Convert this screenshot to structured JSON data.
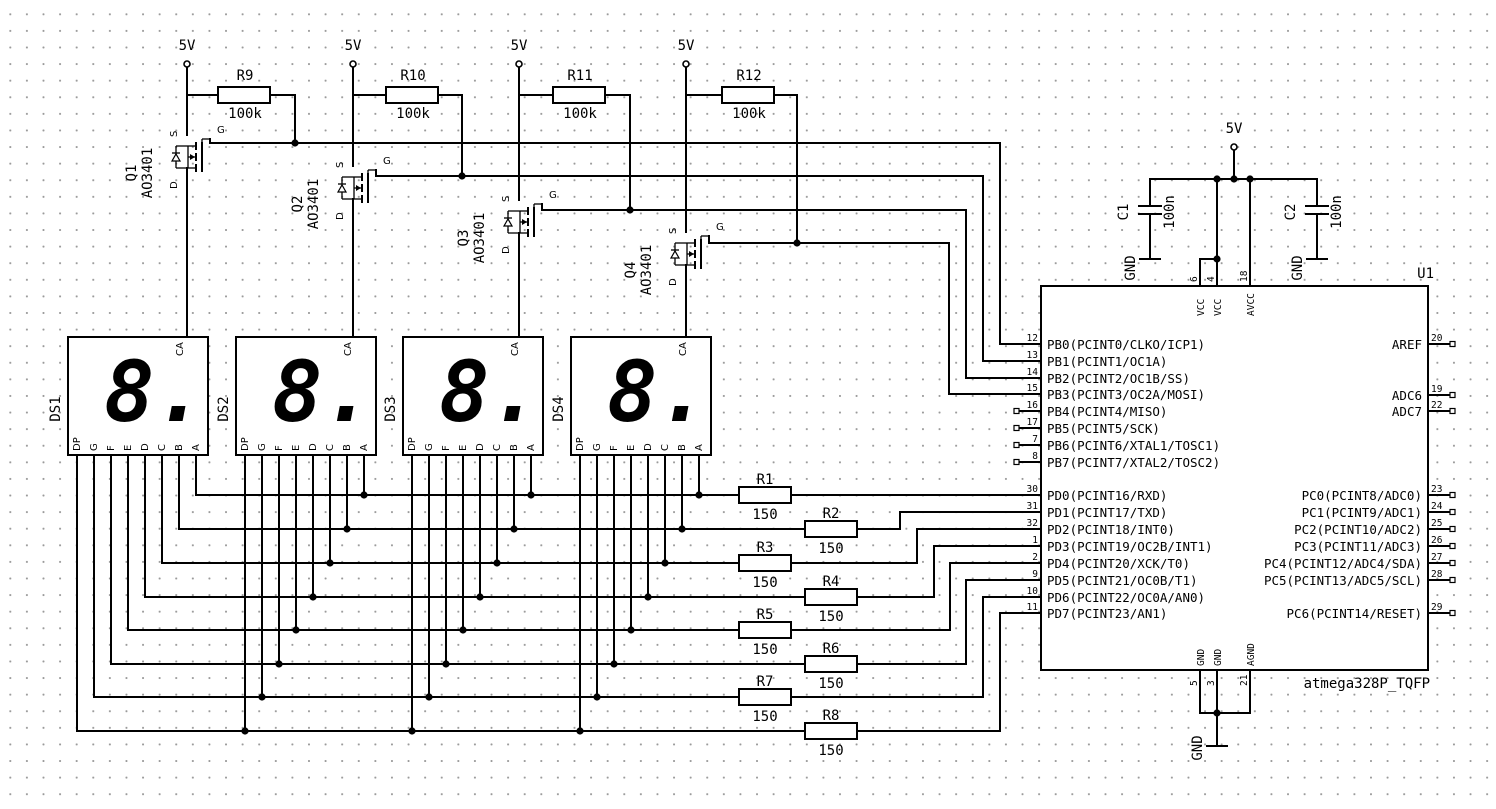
{
  "supply_label": "5V",
  "ground_label": "GND",
  "mosfets": [
    {
      "ref": "Q1",
      "value": "AO3401",
      "s": "S",
      "d": "D",
      "g": "G"
    },
    {
      "ref": "Q2",
      "value": "AO3401",
      "s": "S",
      "d": "D",
      "g": "G"
    },
    {
      "ref": "Q3",
      "value": "AO3401",
      "s": "S",
      "d": "D",
      "g": "G"
    },
    {
      "ref": "Q4",
      "value": "AO3401",
      "s": "S",
      "d": "D",
      "g": "G"
    }
  ],
  "pullups": [
    {
      "ref": "R9",
      "value": "100k"
    },
    {
      "ref": "R10",
      "value": "100k"
    },
    {
      "ref": "R11",
      "value": "100k"
    },
    {
      "ref": "R12",
      "value": "100k"
    }
  ],
  "segment_resistors": [
    {
      "ref": "R1",
      "value": "150"
    },
    {
      "ref": "R2",
      "value": "150"
    },
    {
      "ref": "R3",
      "value": "150"
    },
    {
      "ref": "R4",
      "value": "150"
    },
    {
      "ref": "R5",
      "value": "150"
    },
    {
      "ref": "R6",
      "value": "150"
    },
    {
      "ref": "R7",
      "value": "150"
    },
    {
      "ref": "R8",
      "value": "150"
    }
  ],
  "capacitors": [
    {
      "ref": "C1",
      "value": "100n"
    },
    {
      "ref": "C2",
      "value": "100n"
    }
  ],
  "displays": [
    {
      "ref": "DS1",
      "common": "CA",
      "digit": "8."
    },
    {
      "ref": "DS2",
      "common": "CA",
      "digit": "8."
    },
    {
      "ref": "DS3",
      "common": "CA",
      "digit": "8."
    },
    {
      "ref": "DS4",
      "common": "CA",
      "digit": "8."
    }
  ],
  "segment_pins": [
    "DP",
    "G",
    "F",
    "E",
    "D",
    "C",
    "B",
    "A"
  ],
  "mcu": {
    "ref": "U1",
    "part": "atmega328P_TQFP",
    "top_pins": [
      {
        "num": "6",
        "name": "VCC"
      },
      {
        "num": "4",
        "name": "VCC"
      },
      {
        "num": "18",
        "name": "AVCC"
      }
    ],
    "bottom_pins": [
      {
        "num": "5",
        "name": "GND"
      },
      {
        "num": "3",
        "name": "GND"
      },
      {
        "num": "21",
        "name": "AGND"
      }
    ],
    "left_pins": [
      {
        "num": "12",
        "name": "PB0(PCINT0/CLKO/ICP1)"
      },
      {
        "num": "13",
        "name": "PB1(PCINT1/OC1A)"
      },
      {
        "num": "14",
        "name": "PB2(PCINT2/OC1B/SS)"
      },
      {
        "num": "15",
        "name": "PB3(PCINT3/OC2A/MOSI)"
      },
      {
        "num": "16",
        "name": "PB4(PCINT4/MISO)"
      },
      {
        "num": "17",
        "name": "PB5(PCINT5/SCK)"
      },
      {
        "num": "7",
        "name": "PB6(PCINT6/XTAL1/TOSC1)"
      },
      {
        "num": "8",
        "name": "PB7(PCINT7/XTAL2/TOSC2)"
      },
      {
        "num": "30",
        "name": "PD0(PCINT16/RXD)"
      },
      {
        "num": "31",
        "name": "PD1(PCINT17/TXD)"
      },
      {
        "num": "32",
        "name": "PD2(PCINT18/INT0)"
      },
      {
        "num": "1",
        "name": "PD3(PCINT19/OC2B/INT1)"
      },
      {
        "num": "2",
        "name": "PD4(PCINT20/XCK/T0)"
      },
      {
        "num": "9",
        "name": "PD5(PCINT21/OC0B/T1)"
      },
      {
        "num": "10",
        "name": "PD6(PCINT22/OC0A/AN0)"
      },
      {
        "num": "11",
        "name": "PD7(PCINT23/AN1)"
      }
    ],
    "right_pins": [
      {
        "num": "20",
        "name": "AREF"
      },
      {
        "num": "19",
        "name": "ADC6"
      },
      {
        "num": "22",
        "name": "ADC7"
      },
      {
        "num": "23",
        "name": "PC0(PCINT8/ADC0)"
      },
      {
        "num": "24",
        "name": "PC1(PCINT9/ADC1)"
      },
      {
        "num": "25",
        "name": "PC2(PCINT10/ADC2)"
      },
      {
        "num": "26",
        "name": "PC3(PCINT11/ADC3)"
      },
      {
        "num": "27",
        "name": "PC4(PCINT12/ADC4/SDA)"
      },
      {
        "num": "28",
        "name": "PC5(PCINT13/ADC5/SCL)"
      },
      {
        "num": "29",
        "name": "PC6(PCINT14/RESET)"
      }
    ]
  }
}
